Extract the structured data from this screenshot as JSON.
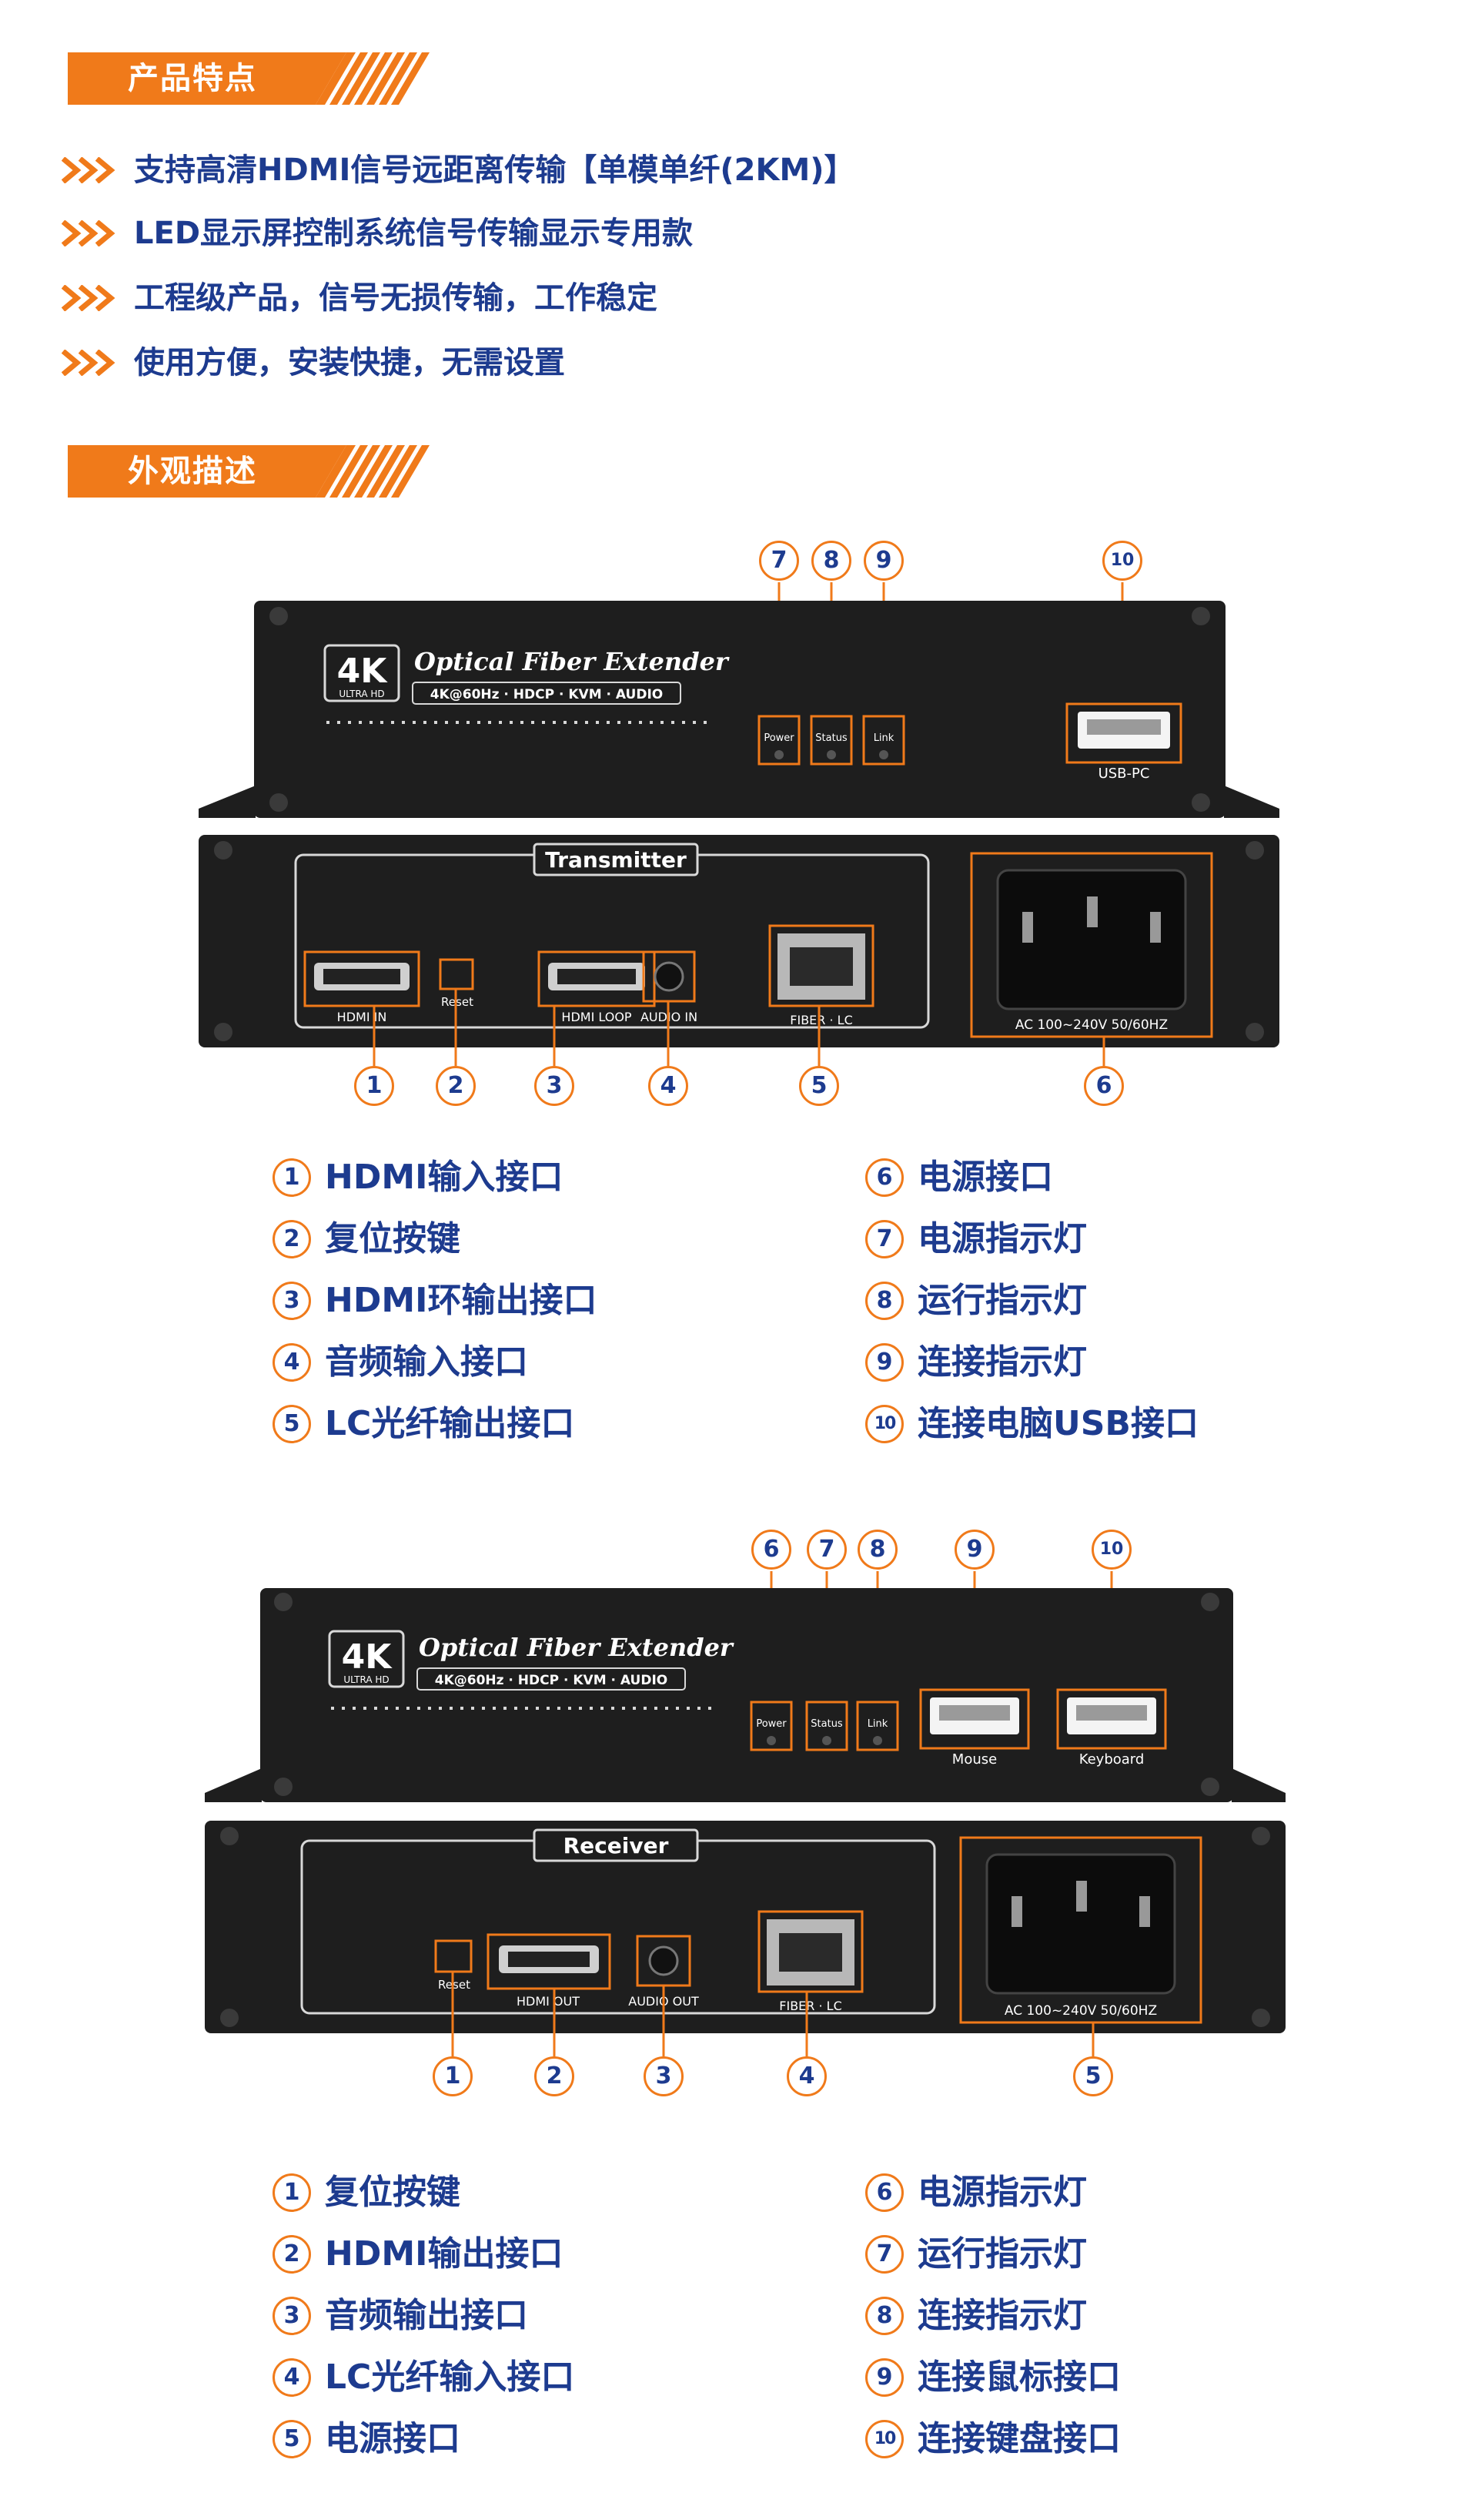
{
  "section1": {
    "title": "产品特点"
  },
  "features": [
    "支持高清HDMI信号远距离传输【单模单纤(2KM)】",
    "LED显示屏控制系统信号传输显示专用款",
    "工程级产品，信号无损传输，工作稳定",
    "使用方便，安装快捷，无需设置"
  ],
  "section2": {
    "title": "外观描述"
  },
  "device_common": {
    "logo_big": "4K",
    "logo_small": "ULTRA HD",
    "title": "Optical Fiber Extender",
    "subtitle": "4K@60Hz · HDCP · KVM · AUDIO",
    "led_power": "Power",
    "led_status": "Status",
    "led_link": "Link",
    "fiber": "FIBER · LC",
    "reset": "Reset",
    "ac": "AC 100~240V 50/60HZ"
  },
  "transmitter": {
    "panel_title": "Transmitter",
    "usb_label": "USB-PC",
    "hdmi_in": "HDMI IN",
    "hdmi_loop": "HDMI LOOP",
    "audio_in": "AUDIO IN",
    "top_callouts": [
      "7",
      "8",
      "9",
      "10"
    ],
    "bottom_callouts": [
      "1",
      "2",
      "3",
      "4",
      "5",
      "6"
    ],
    "legend_left": [
      {
        "num": "1",
        "text": "HDMI输入接口"
      },
      {
        "num": "2",
        "text": "复位按键"
      },
      {
        "num": "3",
        "text": "HDMI环输出接口"
      },
      {
        "num": "4",
        "text": "音频输入接口"
      },
      {
        "num": "5",
        "text": "LC光纤输出接口"
      }
    ],
    "legend_right": [
      {
        "num": "6",
        "text": "电源接口"
      },
      {
        "num": "7",
        "text": "电源指示灯"
      },
      {
        "num": "8",
        "text": "运行指示灯"
      },
      {
        "num": "9",
        "text": "连接指示灯"
      },
      {
        "num": "10",
        "text": "连接电脑USB接口"
      }
    ]
  },
  "receiver": {
    "panel_title": "Receiver",
    "usb_mouse": "Mouse",
    "usb_keyboard": "Keyboard",
    "hdmi_out": "HDMI OUT",
    "audio_out": "AUDIO OUT",
    "top_callouts": [
      "6",
      "7",
      "8",
      "9",
      "10"
    ],
    "bottom_callouts": [
      "1",
      "2",
      "3",
      "4",
      "5"
    ],
    "legend_left": [
      {
        "num": "1",
        "text": "复位按键"
      },
      {
        "num": "2",
        "text": "HDMI输出接口"
      },
      {
        "num": "3",
        "text": "音频输出接口"
      },
      {
        "num": "4",
        "text": "LC光纤输入接口"
      },
      {
        "num": "5",
        "text": "电源接口"
      }
    ],
    "legend_right": [
      {
        "num": "6",
        "text": "电源指示灯"
      },
      {
        "num": "7",
        "text": "运行指示灯"
      },
      {
        "num": "8",
        "text": "连接指示灯"
      },
      {
        "num": "9",
        "text": "连接鼠标接口"
      },
      {
        "num": "10",
        "text": "连接键盘接口"
      }
    ]
  },
  "colors": {
    "accent": "#f07a1a",
    "text": "#1d3b8f",
    "device": "#1e1e1e"
  }
}
